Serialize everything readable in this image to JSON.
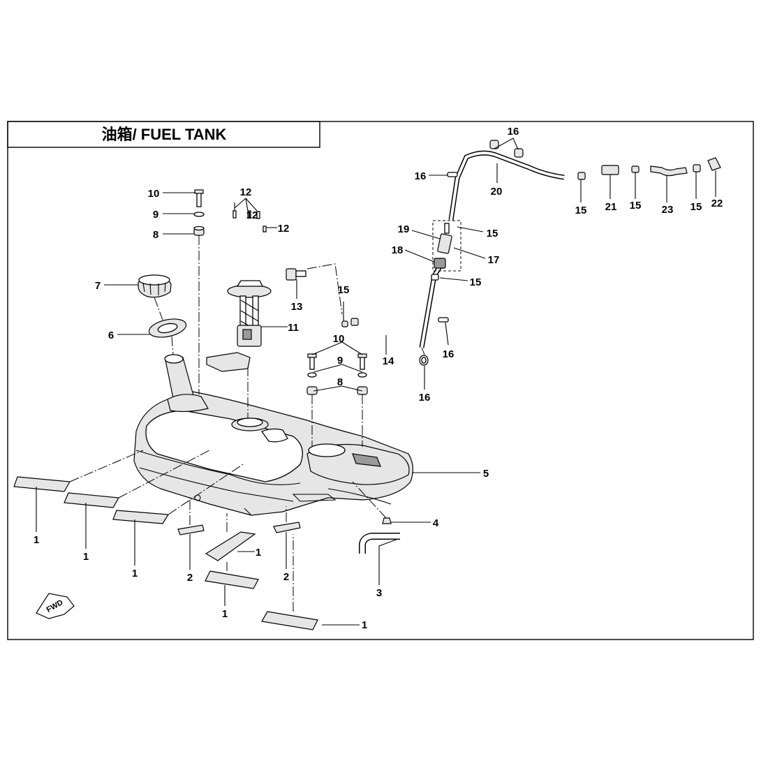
{
  "title": "油箱/ FUEL TANK",
  "fwd_label": "FWD",
  "callouts": {
    "c1a": "1",
    "c1b": "1",
    "c1c": "1",
    "c1d": "1",
    "c1e": "1",
    "c1f": "1",
    "c2a": "2",
    "c2b": "2",
    "c3": "3",
    "c4": "4",
    "c5": "5",
    "c6": "6",
    "c7": "7",
    "c8a": "8",
    "c8b": "8",
    "c9a": "9",
    "c9b": "9",
    "c10a": "10",
    "c10b": "10",
    "c11": "11",
    "c12a": "12",
    "c12b": "12",
    "c12c": "12",
    "c13": "13",
    "c14": "14",
    "c15a": "15",
    "c15b": "15",
    "c15c": "15",
    "c15d": "15",
    "c15e": "15",
    "c15f": "15",
    "c16a": "16",
    "c16b": "16",
    "c16c": "16",
    "c16d": "16",
    "c17": "17",
    "c18": "18",
    "c19": "19",
    "c20": "20",
    "c21": "21",
    "c22": "22",
    "c23": "23"
  }
}
